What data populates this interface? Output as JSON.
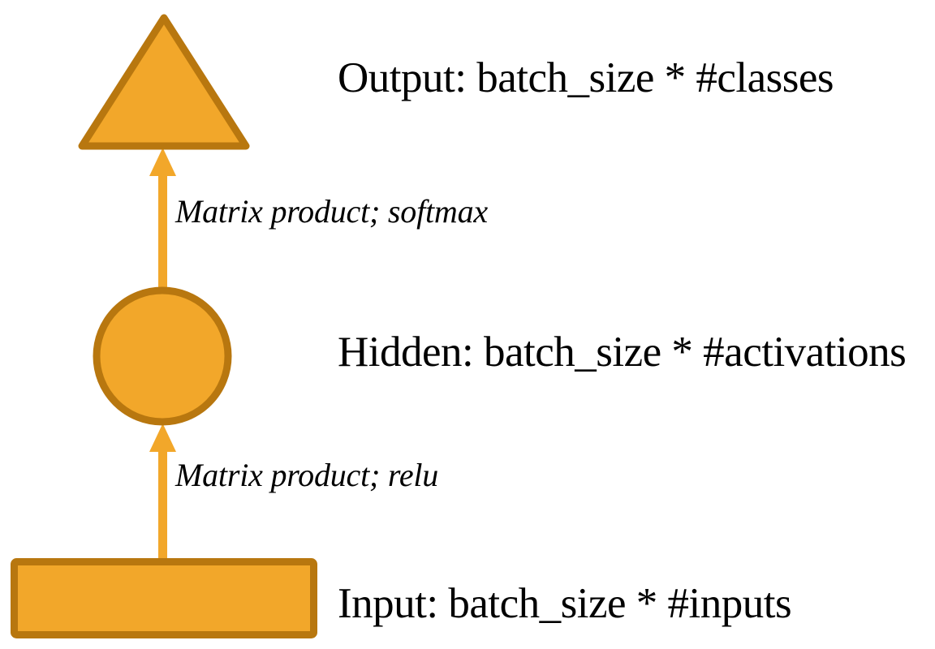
{
  "diagram": {
    "title": "Neural network layer shapes diagram",
    "colors": {
      "shape_fill": "#F2A72A",
      "shape_stroke": "#B8770F",
      "arrow": "#F2A72A",
      "text": "#000000",
      "background": "#FFFFFF"
    },
    "nodes": [
      {
        "id": "output",
        "shape": "triangle",
        "label": "Output: batch_size * #classes"
      },
      {
        "id": "hidden",
        "shape": "circle",
        "label": "Hidden: batch_size * #activations"
      },
      {
        "id": "input",
        "shape": "rectangle",
        "label": "Input: batch_size * #inputs"
      }
    ],
    "edges": [
      {
        "id": "hidden-to-output",
        "from": "hidden",
        "to": "output",
        "label": "Matrix product; softmax"
      },
      {
        "id": "input-to-hidden",
        "from": "input",
        "to": "hidden",
        "label": "Matrix product; relu"
      }
    ]
  }
}
